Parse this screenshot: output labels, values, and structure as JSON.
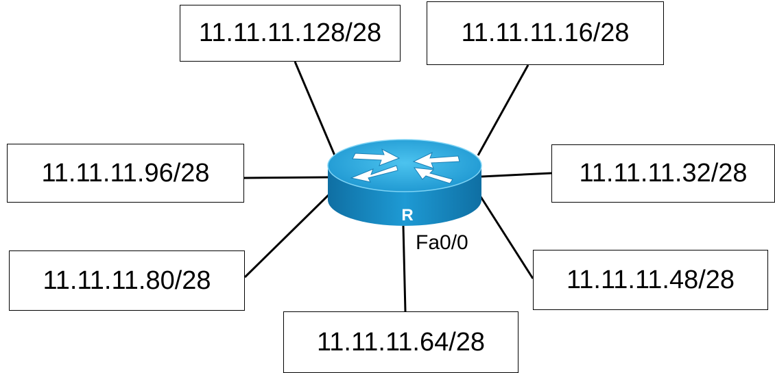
{
  "router": {
    "label": "R",
    "body_color": "#1a8fc8",
    "top_color": "#36b4e6",
    "arrow_color": "#ffffff"
  },
  "interface": {
    "label": "Fa0/0"
  },
  "subnets": {
    "s128": "11.11.11.128/28",
    "s16": "11.11.11.16/28",
    "s96": "11.11.11.96/28",
    "s32": "11.11.11.32/28",
    "s80": "11.11.11.80/28",
    "s48": "11.11.11.48/28",
    "s64": "11.11.11.64/28"
  }
}
